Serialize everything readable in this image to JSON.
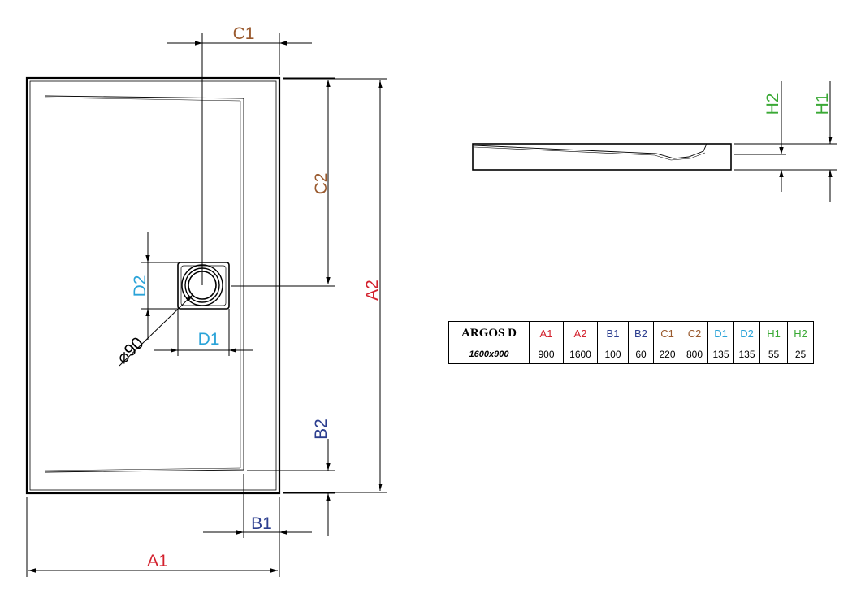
{
  "labels": {
    "A1": "A1",
    "A2": "A2",
    "B1": "B1",
    "B2": "B2",
    "C1": "C1",
    "C2": "C2",
    "D1": "D1",
    "D2": "D2",
    "H1": "H1",
    "H2": "H2",
    "diameter": "⌀90"
  },
  "colors": {
    "A": "#d3212d",
    "B": "#2c3e8f",
    "C": "#9a5a2e",
    "D": "#2aa3d8",
    "H": "#3aa935",
    "line": "#000000"
  },
  "table": {
    "model": "ARGOS D",
    "size": "1600x900",
    "headers": [
      {
        "label": "A1",
        "color": "#d3212d"
      },
      {
        "label": "A2",
        "color": "#d3212d"
      },
      {
        "label": "B1",
        "color": "#2c3e8f"
      },
      {
        "label": "B2",
        "color": "#2c3e8f"
      },
      {
        "label": "C1",
        "color": "#9a5a2e"
      },
      {
        "label": "C2",
        "color": "#9a5a2e"
      },
      {
        "label": "D1",
        "color": "#2aa3d8"
      },
      {
        "label": "D2",
        "color": "#2aa3d8"
      },
      {
        "label": "H1",
        "color": "#3aa935"
      },
      {
        "label": "H2",
        "color": "#3aa935"
      }
    ],
    "values": [
      "900",
      "1600",
      "100",
      "60",
      "220",
      "800",
      "135",
      "135",
      "55",
      "25"
    ]
  }
}
